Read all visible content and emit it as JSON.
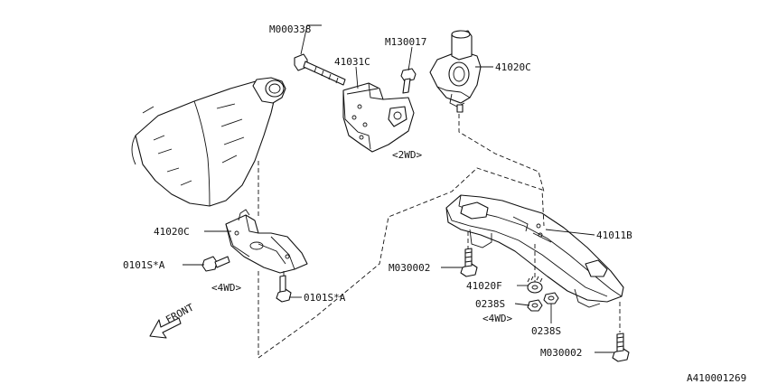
{
  "labels": {
    "bolt_top": "M000338",
    "bracket_2wd": "41031C",
    "bolt_small": "M130017",
    "mount_2wd": "41020C",
    "variant_2wd": "<2WD>",
    "mount_4wd": "41020C",
    "bolt_left": "0101S*A",
    "variant_4wd_left": "<4WD>",
    "bolt_bottom_left": "0101S*A",
    "crossmember": "41011B",
    "bolt_mid": "M030002",
    "damper": "41020F",
    "washer_left": "0238S",
    "variant_4wd_right": "<4WD>",
    "washer_right": "0238S",
    "bolt_bottom_right": "M030002",
    "front": "FRONT",
    "diagram_id": "A410001269"
  }
}
